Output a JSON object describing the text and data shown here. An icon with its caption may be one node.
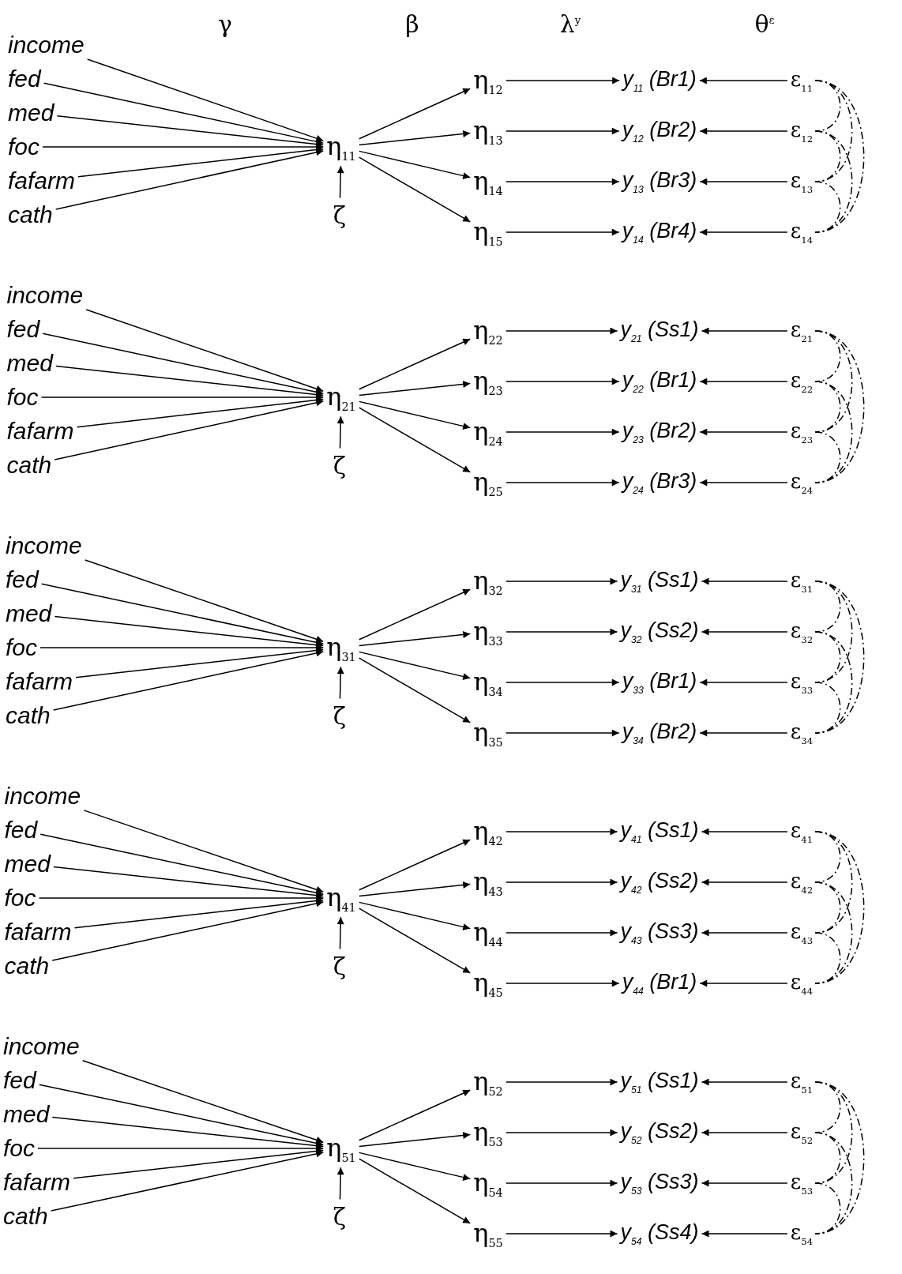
{
  "diagram": {
    "nodes": [
      {
        "text": [
          "income"
        ]
      },
      {
        "text": [
          "fed"
        ]
      },
      {
        "text": [
          "med"
        ]
      },
      {
        "text": [
          "foc"
        ]
      },
      {
        "text": [
          "fafarm"
        ]
      },
      {
        "text": [
          "cath"
        ]
      },
      {
        "text": [
          "η$_{11}$"
        ]
      },
      {
        "text": [
          "ζ"
        ]
      },
      {
        "text": [
          "η$_{12}$"
        ]
      },
      {
        "text": [
          "η$_{13}$"
        ]
      },
      {
        "text": [
          "η$_{14}$"
        ]
      },
      {
        "text": [
          "η$_{15}$"
        ]
      },
      {
        "text": [
          "y$_{11}$ (Br1)"
        ]
      },
      {
        "text": [
          "y$_{12}$ (Br2)"
        ]
      },
      {
        "text": [
          "y$_{13}$ (Br3)"
        ]
      },
      {
        "text": [
          "y$_{14}$ (Br4)"
        ]
      },
      {
        "text": [
          "ε$_{11}$"
        ]
      },
      {
        "text": [
          "ε$_{12}$"
        ]
      },
      {
        "text": [
          "ε$_{13}$"
        ]
      },
      {
        "text": [
          "ε$_{14}$"
        ]
      },
      {
        "text": [
          "income"
        ]
      },
      {
        "text": [
          "fed"
        ]
      },
      {
        "text": [
          "med"
        ]
      },
      {
        "text": [
          "foc"
        ]
      },
      {
        "text": [
          "fafarm"
        ]
      },
      {
        "text": [
          "cath"
        ]
      },
      {
        "text": [
          "η$_{21}$"
        ]
      },
      {
        "text": [
          "ζ"
        ]
      },
      {
        "text": [
          "η$_{22}$"
        ]
      },
      {
        "text": [
          "η$_{23}$"
        ]
      },
      {
        "text": [
          "η$_{24}$"
        ]
      },
      {
        "text": [
          "η$_{25}$"
        ]
      },
      {
        "text": [
          "y$_{21}$ (Ss1)"
        ]
      },
      {
        "text": [
          "y$_{22}$ (Br1)"
        ]
      },
      {
        "text": [
          "y$_{23}$ (Br2)"
        ]
      },
      {
        "text": [
          "y$_{24}$ (Br3)"
        ]
      },
      {
        "text": [
          "ε$_{21}$"
        ]
      },
      {
        "text": [
          "ε$_{22}$"
        ]
      },
      {
        "text": [
          "ε$_{23}$"
        ]
      },
      {
        "text": [
          "ε$_{24}$"
        ]
      },
      {
        "text": [
          "income"
        ]
      },
      {
        "text": [
          "fed"
        ]
      },
      {
        "text": [
          "med"
        ]
      },
      {
        "text": [
          "foc"
        ]
      },
      {
        "text": [
          "fafarm"
        ]
      },
      {
        "text": [
          "cath"
        ]
      },
      {
        "text": [
          "η$_{31}$"
        ]
      },
      {
        "text": [
          "ζ"
        ]
      },
      {
        "text": [
          "η$_{32}$"
        ]
      },
      {
        "text": [
          "η$_{33}$"
        ]
      },
      {
        "text": [
          "η$_{34}$"
        ]
      },
      {
        "text": [
          "η$_{35}$"
        ]
      },
      {
        "text": [
          "y$_{31}$ (Ss1)"
        ]
      },
      {
        "text": [
          "y$_{32}$ (Ss2)"
        ]
      },
      {
        "text": [
          "y$_{33}$ (Br1)"
        ]
      },
      {
        "text": [
          "y$_{34}$ (Br2)"
        ]
      },
      {
        "text": [
          "ε$_{31}$"
        ]
      },
      {
        "text": [
          "ε$_{32}$"
        ]
      },
      {
        "text": [
          "ε$_{33}$"
        ]
      },
      {
        "text": [
          "ε$_{34}$"
        ]
      },
      {
        "text": [
          "income"
        ]
      },
      {
        "text": [
          "fed"
        ]
      },
      {
        "text": [
          "med"
        ]
      },
      {
        "text": [
          "foc"
        ]
      },
      {
        "text": [
          "fafarm"
        ]
      },
      {
        "text": [
          "cath"
        ]
      },
      {
        "text": [
          "η$_{41}$"
        ]
      },
      {
        "text": [
          "ζ"
        ]
      },
      {
        "text": [
          "η$_{42}$"
        ]
      },
      {
        "text": [
          "η$_{43}$"
        ]
      },
      {
        "text": [
          "η$_{44}$"
        ]
      },
      {
        "text": [
          "η$_{45}$"
        ]
      },
      {
        "text": [
          "y$_{41}$ (Ss1)"
        ]
      },
      {
        "text": [
          "y$_{42}$ (Ss2)"
        ]
      },
      {
        "text": [
          "y$_{43}$ (Ss3)"
        ]
      },
      {
        "text": [
          "y$_{44}$ (Br1)"
        ]
      },
      {
        "text": [
          "ε$_{41}$"
        ]
      },
      {
        "text": [
          "ε$_{42}$"
        ]
      },
      {
        "text": [
          "ε$_{43}$"
        ]
      },
      {
        "text": [
          "ε$_{44}$"
        ]
      },
      {
        "text": [
          "income"
        ]
      },
      {
        "text": [
          "fed"
        ]
      },
      {
        "text": [
          "med"
        ]
      },
      {
        "text": [
          "foc"
        ]
      },
      {
        "text": [
          "fafarm"
        ]
      },
      {
        "text": [
          "cath"
        ]
      },
      {
        "text": [
          "η$_{51}$"
        ]
      },
      {
        "text": [
          "ζ"
        ]
      },
      {
        "text": [
          "η$_{52}$"
        ]
      },
      {
        "text": [
          "η$_{53}$"
        ]
      },
      {
        "text": [
          "η$_{54}$"
        ]
      },
      {
        "text": [
          "η$_{55}$"
        ]
      },
      {
        "text": [
          "y$_{51}$ (Ss1)"
        ]
      },
      {
        "text": [
          "y$_{52}$ (Ss2)"
        ]
      },
      {
        "text": [
          "y$_{53}$ (Ss3)"
        ]
      },
      {
        "text": [
          "y$_{54}$ (Ss4)"
        ]
      },
      {
        "text": [
          "ε$_{51}$"
        ]
      },
      {
        "text": [
          "ε$_{52}$"
        ]
      },
      {
        "text": [
          "ε$_{53}$"
        ]
      },
      {
        "text": [
          "ε$_{54}$"
        ]
      }
    ],
    "edges": [
      {
        "from": 0,
        "to": 6,
        "arrow": "to"
      },
      {
        "from": 1,
        "to": 6,
        "arrow": "to"
      },
      {
        "from": 2,
        "to": 6,
        "arrow": "to"
      },
      {
        "from": 3,
        "to": 6,
        "arrow": "to"
      },
      {
        "from": 4,
        "to": 6,
        "arrow": "to"
      },
      {
        "from": 5,
        "to": 6,
        "arrow": "to"
      },
      {
        "from": 7,
        "to": 6,
        "arrow": "to"
      },
      {
        "from": 6,
        "to": 8,
        "arrow": "to"
      },
      {
        "from": 6,
        "to": 9,
        "arrow": "to"
      },
      {
        "from": 6,
        "to": 10,
        "arrow": "to"
      },
      {
        "from": 6,
        "to": 11,
        "arrow": "to"
      },
      {
        "from": 8,
        "to": 12,
        "arrow": "to"
      },
      {
        "from": 9,
        "to": 13,
        "arrow": "to"
      },
      {
        "from": 10,
        "to": 14,
        "arrow": "to"
      },
      {
        "from": 11,
        "to": 15,
        "arrow": "to"
      },
      {
        "from": 16,
        "to": 12,
        "arrow": "to"
      },
      {
        "from": 17,
        "to": 13,
        "arrow": "to"
      },
      {
        "from": 18,
        "to": 14,
        "arrow": "to"
      },
      {
        "from": 19,
        "to": 15,
        "arrow": "to"
      },
      {
        "from": 16,
        "to": 17,
        "arrow": "none",
        "style": "dashed"
      },
      {
        "from": 16,
        "to": 18,
        "arrow": "none",
        "style": "dashed"
      },
      {
        "from": 16,
        "to": 19,
        "arrow": "none",
        "style": "dashed"
      },
      {
        "from": 17,
        "to": 18,
        "arrow": "none",
        "style": "dashed"
      },
      {
        "from": 17,
        "to": 19,
        "arrow": "none",
        "style": "dashed"
      },
      {
        "from": 18,
        "to": 19,
        "arrow": "none",
        "style": "dashed"
      },
      {
        "from": 20,
        "to": 26,
        "arrow": "to"
      },
      {
        "from": 21,
        "to": 26,
        "arrow": "to"
      },
      {
        "from": 22,
        "to": 26,
        "arrow": "to"
      },
      {
        "from": 23,
        "to": 26,
        "arrow": "to"
      },
      {
        "from": 24,
        "to": 26,
        "arrow": "to"
      },
      {
        "from": 25,
        "to": 26,
        "arrow": "to"
      },
      {
        "from": 27,
        "to": 26,
        "arrow": "to"
      },
      {
        "from": 26,
        "to": 28,
        "arrow": "to"
      },
      {
        "from": 26,
        "to": 29,
        "arrow": "to"
      },
      {
        "from": 26,
        "to": 30,
        "arrow": "to"
      },
      {
        "from": 26,
        "to": 31,
        "arrow": "to"
      },
      {
        "from": 28,
        "to": 32,
        "arrow": "to"
      },
      {
        "from": 29,
        "to": 33,
        "arrow": "to"
      },
      {
        "from": 30,
        "to": 34,
        "arrow": "to"
      },
      {
        "from": 31,
        "to": 35,
        "arrow": "to"
      },
      {
        "from": 36,
        "to": 32,
        "arrow": "to"
      },
      {
        "from": 37,
        "to": 33,
        "arrow": "to"
      },
      {
        "from": 38,
        "to": 34,
        "arrow": "to"
      },
      {
        "from": 39,
        "to": 35,
        "arrow": "to"
      },
      {
        "from": 36,
        "to": 37,
        "arrow": "none",
        "style": "dashed"
      },
      {
        "from": 36,
        "to": 38,
        "arrow": "none",
        "style": "dashed"
      },
      {
        "from": 36,
        "to": 39,
        "arrow": "none",
        "style": "dashed"
      },
      {
        "from": 37,
        "to": 38,
        "arrow": "none",
        "style": "dashed"
      },
      {
        "from": 37,
        "to": 39,
        "arrow": "none",
        "style": "dashed"
      },
      {
        "from": 38,
        "to": 39,
        "arrow": "none",
        "style": "dashed"
      },
      {
        "from": 40,
        "to": 46,
        "arrow": "to"
      },
      {
        "from": 41,
        "to": 46,
        "arrow": "to"
      },
      {
        "from": 42,
        "to": 46,
        "arrow": "to"
      },
      {
        "from": 43,
        "to": 46,
        "arrow": "to"
      },
      {
        "from": 44,
        "to": 46,
        "arrow": "to"
      },
      {
        "from": 45,
        "to": 46,
        "arrow": "to"
      },
      {
        "from": 47,
        "to": 46,
        "arrow": "to"
      },
      {
        "from": 46,
        "to": 48,
        "arrow": "to"
      },
      {
        "from": 46,
        "to": 49,
        "arrow": "to"
      },
      {
        "from": 46,
        "to": 50,
        "arrow": "to"
      },
      {
        "from": 46,
        "to": 51,
        "arrow": "to"
      },
      {
        "from": 48,
        "to": 52,
        "arrow": "to"
      },
      {
        "from": 49,
        "to": 53,
        "arrow": "to"
      },
      {
        "from": 50,
        "to": 54,
        "arrow": "to"
      },
      {
        "from": 51,
        "to": 55,
        "arrow": "to"
      },
      {
        "from": 56,
        "to": 52,
        "arrow": "to"
      },
      {
        "from": 57,
        "to": 53,
        "arrow": "to"
      },
      {
        "from": 58,
        "to": 54,
        "arrow": "to"
      },
      {
        "from": 59,
        "to": 55,
        "arrow": "to"
      },
      {
        "from": 56,
        "to": 57,
        "arrow": "none",
        "style": "dashed"
      },
      {
        "from": 56,
        "to": 58,
        "arrow": "none",
        "style": "dashed"
      },
      {
        "from": 56,
        "to": 59,
        "arrow": "none",
        "style": "dashed"
      },
      {
        "from": 57,
        "to": 58,
        "arrow": "none",
        "style": "dashed"
      },
      {
        "from": 57,
        "to": 59,
        "arrow": "none",
        "style": "dashed"
      },
      {
        "from": 58,
        "to": 59,
        "arrow": "none",
        "style": "dashed"
      },
      {
        "from": 60,
        "to": 66,
        "arrow": "to"
      },
      {
        "from": 61,
        "to": 66,
        "arrow": "to"
      },
      {
        "from": 62,
        "to": 66,
        "arrow": "to"
      },
      {
        "from": 63,
        "to": 66,
        "arrow": "to"
      },
      {
        "from": 64,
        "to": 66,
        "arrow": "to"
      },
      {
        "from": 65,
        "to": 66,
        "arrow": "to"
      },
      {
        "from": 67,
        "to": 66,
        "arrow": "to"
      },
      {
        "from": 66,
        "to": 68,
        "arrow": "to"
      },
      {
        "from": 66,
        "to": 69,
        "arrow": "to"
      },
      {
        "from": 66,
        "to": 70,
        "arrow": "to"
      },
      {
        "from": 66,
        "to": 71,
        "arrow": "to"
      },
      {
        "from": 68,
        "to": 72,
        "arrow": "to"
      },
      {
        "from": 69,
        "to": 73,
        "arrow": "to"
      },
      {
        "from": 70,
        "to": 74,
        "arrow": "to"
      },
      {
        "from": 71,
        "to": 75,
        "arrow": "to"
      },
      {
        "from": 76,
        "to": 72,
        "arrow": "to"
      },
      {
        "from": 77,
        "to": 73,
        "arrow": "to"
      },
      {
        "from": 78,
        "to": 74,
        "arrow": "to"
      },
      {
        "from": 79,
        "to": 75,
        "arrow": "to"
      },
      {
        "from": 76,
        "to": 77,
        "arrow": "none",
        "style": "dashed"
      },
      {
        "from": 76,
        "to": 78,
        "arrow": "none",
        "style": "dashed"
      },
      {
        "from": 76,
        "to": 79,
        "arrow": "none",
        "style": "dashed"
      },
      {
        "from": 77,
        "to": 78,
        "arrow": "none",
        "style": "dashed"
      },
      {
        "from": 77,
        "to": 79,
        "arrow": "none",
        "style": "dashed"
      },
      {
        "from": 78,
        "to": 79,
        "arrow": "none",
        "style": "dashed"
      },
      {
        "from": 80,
        "to": 86,
        "arrow": "to"
      },
      {
        "from": 81,
        "to": 86,
        "arrow": "to"
      },
      {
        "from": 82,
        "to": 86,
        "arrow": "to"
      },
      {
        "from": 83,
        "to": 86,
        "arrow": "to"
      },
      {
        "from": 84,
        "to": 86,
        "arrow": "to"
      },
      {
        "from": 85,
        "to": 86,
        "arrow": "to"
      },
      {
        "from": 87,
        "to": 86,
        "arrow": "to"
      },
      {
        "from": 86,
        "to": 88,
        "arrow": "to"
      },
      {
        "from": 86,
        "to": 89,
        "arrow": "to"
      },
      {
        "from": 86,
        "to": 90,
        "arrow": "to"
      },
      {
        "from": 86,
        "to": 91,
        "arrow": "to"
      },
      {
        "from": 88,
        "to": 92,
        "arrow": "to"
      },
      {
        "from": 89,
        "to": 93,
        "arrow": "to"
      },
      {
        "from": 90,
        "to": 94,
        "arrow": "to"
      },
      {
        "from": 91,
        "to": 95,
        "arrow": "to"
      },
      {
        "from": 96,
        "to": 92,
        "arrow": "to"
      },
      {
        "from": 97,
        "to": 93,
        "arrow": "to"
      },
      {
        "from": 98,
        "to": 94,
        "arrow": "to"
      },
      {
        "from": 99,
        "to": 95,
        "arrow": "to"
      },
      {
        "from": 96,
        "to": 97,
        "arrow": "none",
        "style": "dashed"
      },
      {
        "from": 96,
        "to": 98,
        "arrow": "none",
        "style": "dashed"
      },
      {
        "from": 96,
        "to": 99,
        "arrow": "none",
        "style": "dashed"
      },
      {
        "from": 97,
        "to": 98,
        "arrow": "none",
        "style": "dashed"
      },
      {
        "from": 97,
        "to": 99,
        "arrow": "none",
        "style": "dashed"
      },
      {
        "from": 98,
        "to": 99,
        "arrow": "none",
        "style": "dashed"
      }
    ],
    "labels": [
      "γ",
      "β",
      "λ$^{y}$",
      "θ$^{ε}$"
    ]
  }
}
